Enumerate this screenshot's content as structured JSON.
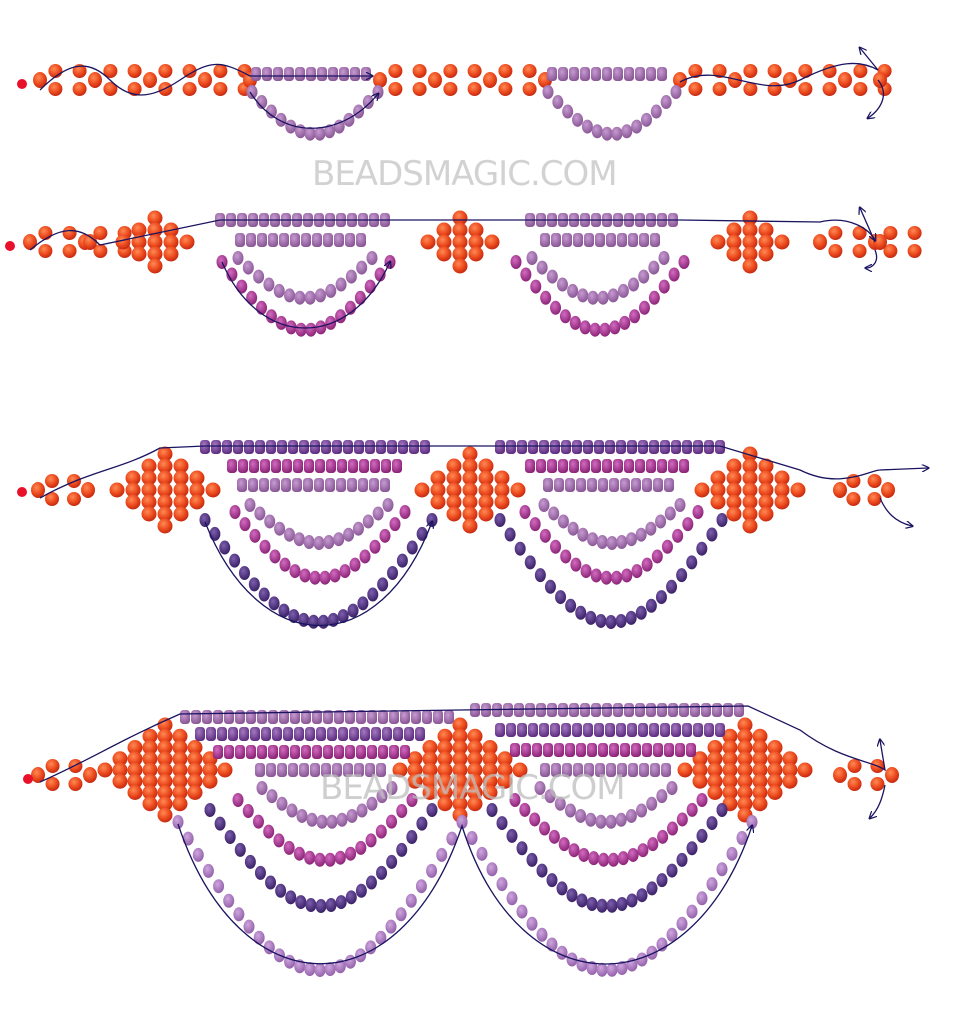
{
  "watermarks": {
    "top": "BEADSMAGIC.COM",
    "bottom": "BEADSMAGIC.COM"
  },
  "colors": {
    "red": "#e8401f",
    "orange_red": "#f0521c",
    "deep_red": "#d8232a",
    "pink_red": "#e0285a",
    "mauve": "#9c6aa8",
    "magenta": "#a0308e",
    "purple": "#7a3f9a",
    "indigo": "#4a2a7c",
    "lavender": "#b07cc4",
    "thread": "#1a1460",
    "start_dot": "#e8102a"
  },
  "diagram": {
    "steps": 4,
    "content": "bead weaving pattern: red bead diamonds joined by purple bead swags with thread path arrows"
  }
}
